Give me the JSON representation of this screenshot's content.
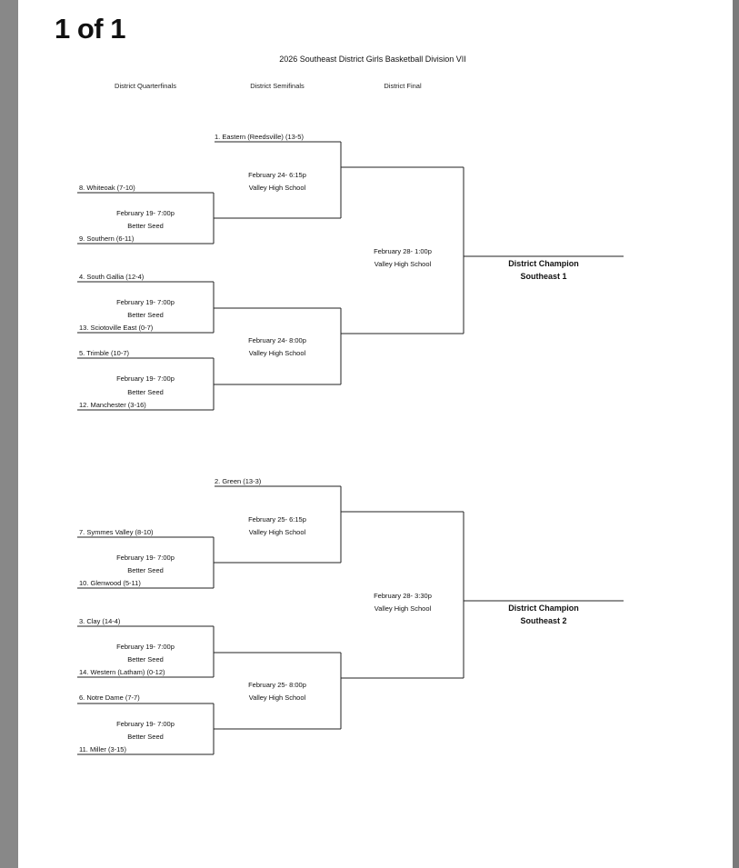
{
  "page_indicator": "1 of 1",
  "title": "2026 Southeast District Girls Basketball Division VII",
  "rounds": {
    "quarterfinals": "District Quarterfinals",
    "semifinals": "District Semifinals",
    "final": "District Final"
  },
  "bracket1": {
    "qf_teams": [
      "8. Whiteoak (7-10)",
      "9. Southern (6-11)",
      "4. South Gallia (12-4)",
      "13. Sciotoville East (0-7)",
      "5. Trimble (10-7)",
      "12. Manchester (3-16)"
    ],
    "qf_games": [
      {
        "date": "February 19- 7:00p",
        "site": "Better Seed"
      },
      {
        "date": "February 19- 7:00p",
        "site": "Better Seed"
      },
      {
        "date": "February 19- 7:00p",
        "site": "Better Seed"
      }
    ],
    "bye_team": "1. Eastern (Reedsville) (13-5)",
    "sf_games": [
      {
        "date": "February 24- 6:15p",
        "site": "Valley High School"
      },
      {
        "date": "February 24- 8:00p",
        "site": "Valley High School"
      }
    ],
    "final_game": {
      "date": "February 28- 1:00p",
      "site": "Valley High School"
    },
    "champion_label": "District Champion",
    "champion_slot": "Southeast 1"
  },
  "bracket2": {
    "qf_teams": [
      "7. Symmes Valley (8-10)",
      "10. Glenwood (5-11)",
      "3. Clay (14-4)",
      "14. Western (Latham) (0-12)",
      "6. Notre Dame (7-7)",
      "11. Miller (3-15)"
    ],
    "qf_games": [
      {
        "date": "February 19- 7:00p",
        "site": "Better Seed"
      },
      {
        "date": "February 19- 7:00p",
        "site": "Better Seed"
      },
      {
        "date": "February 19- 7:00p",
        "site": "Better Seed"
      }
    ],
    "bye_team": "2. Green (13-3)",
    "sf_games": [
      {
        "date": "February 25- 6:15p",
        "site": "Valley High School"
      },
      {
        "date": "February 25- 8:00p",
        "site": "Valley High School"
      }
    ],
    "final_game": {
      "date": "February 28- 3:30p",
      "site": "Valley High School"
    },
    "champion_label": "District Champion",
    "champion_slot": "Southeast 2"
  }
}
